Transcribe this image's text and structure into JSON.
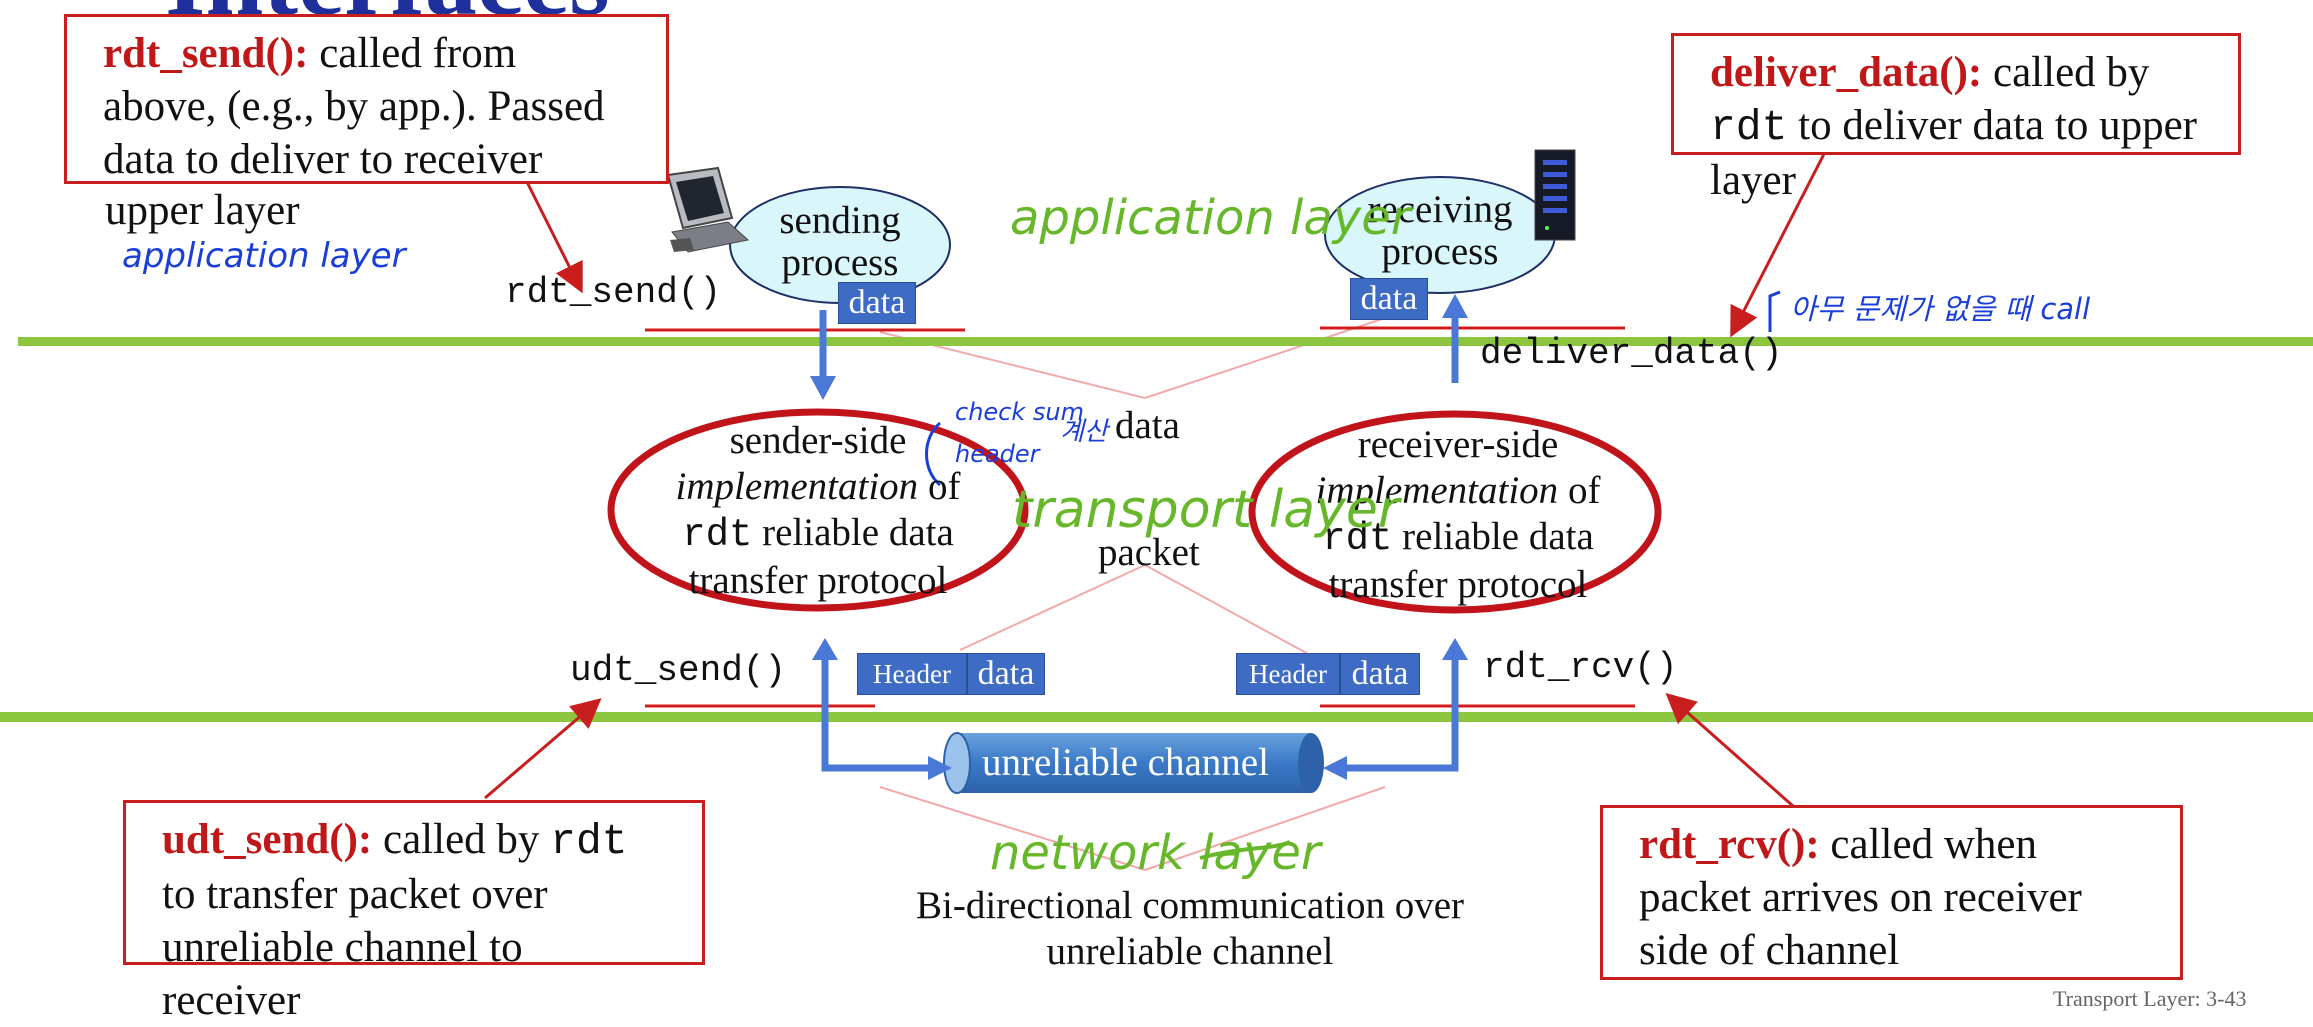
{
  "title": "Interfaces",
  "callouts": {
    "rdt_send": {
      "keyword": "rdt_send():",
      "text": " called from above, (e.g., by app.). Passed data to deliver to receiver",
      "after": "upper layer"
    },
    "deliver_data": {
      "keyword": "deliver_data():",
      "text_a": " called by ",
      "code": "rdt",
      "text_b": " to deliver data to upper layer"
    },
    "udt_send": {
      "keyword": "udt_send():",
      "text_a": " called by ",
      "code": "rdt",
      "text_b": " to transfer packet over unreliable channel to receiver"
    },
    "rdt_rcv": {
      "keyword": "rdt_rcv():",
      "text": " called when packet arrives on receiver side of channel"
    }
  },
  "functions": {
    "rdt_send": "rdt_send()",
    "deliver_data": "deliver_data()",
    "udt_send": "udt_send()",
    "rdt_rcv": "rdt_rcv()"
  },
  "processes": {
    "sending": [
      "sending",
      "process"
    ],
    "receiving": [
      "receiving",
      "process"
    ]
  },
  "sender": {
    "line1": "sender-side",
    "line2_italic": "implementation",
    "line2_rest": " of",
    "line3_code": "rdt",
    "line3_rest": " reliable data",
    "line4": "transfer protocol"
  },
  "receiver": {
    "line1": "receiver-side",
    "line2_italic": "implementation",
    "line2_rest": " of",
    "line3_code": "rdt",
    "line3_rest": "  reliable data",
    "line4": "transfer protocol"
  },
  "tags": {
    "data": "data",
    "header": "Header"
  },
  "labels": {
    "data": "data",
    "packet": "packet",
    "channel": "unreliable channel",
    "bidirectional": [
      "Bi-directional communication over",
      "unreliable channel"
    ],
    "footer": "Transport Layer: 3-43"
  },
  "annotations": {
    "application_layer_blue": "application layer",
    "application_layer_green": "application layer",
    "transport_layer": "transport layer",
    "network_layer": "network layer",
    "checksum": "check sum",
    "header": "header",
    "compute": "계산",
    "korean_note": "아무 문제가 없을 때 call"
  },
  "colors": {
    "layer_line": "#8cc63f",
    "callout_border": "#c81e1e",
    "arrow_blue": "#4a78d6",
    "ellipse_red": "#c0131a",
    "process_fill": "#d9f6fb",
    "tag_blue": "#3e6bc4",
    "title_blue": "#1f2f9c"
  }
}
